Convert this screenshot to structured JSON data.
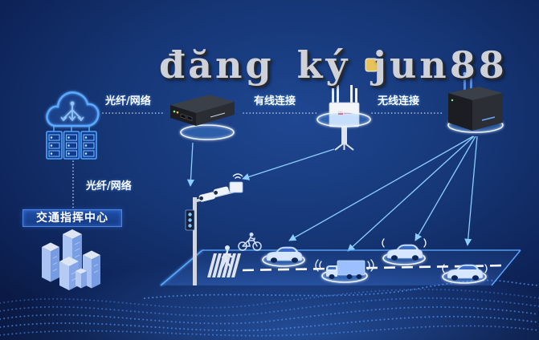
{
  "watermark": {
    "text": "đăng ký jun88"
  },
  "command_center": {
    "title": "交通指挥中心",
    "uplink_label": "光纤/网络",
    "icons": {
      "cloud": "cloud-icon",
      "servers": "server-rack-icon",
      "buildings": "buildings-icon"
    }
  },
  "links": [
    {
      "label": "光纤/网络",
      "icon": "edge-computing-box-icon"
    },
    {
      "label": "有线连接",
      "icon": "roadside-unit-icon"
    },
    {
      "label": "无线连接",
      "icon": "wireless-gateway-icon"
    }
  ],
  "road_scene": {
    "icons": [
      "traffic-pole-icon",
      "camera-icon",
      "traffic-light-icon",
      "pedestrian-icon",
      "cyclist-icon",
      "car-icon",
      "truck-icon"
    ]
  },
  "colors": {
    "background": "#0d2458",
    "accent": "#5aa8ff",
    "arrow": "#8ccfff",
    "label_text": "#ffffff",
    "watermark": "#cfd1d8"
  }
}
